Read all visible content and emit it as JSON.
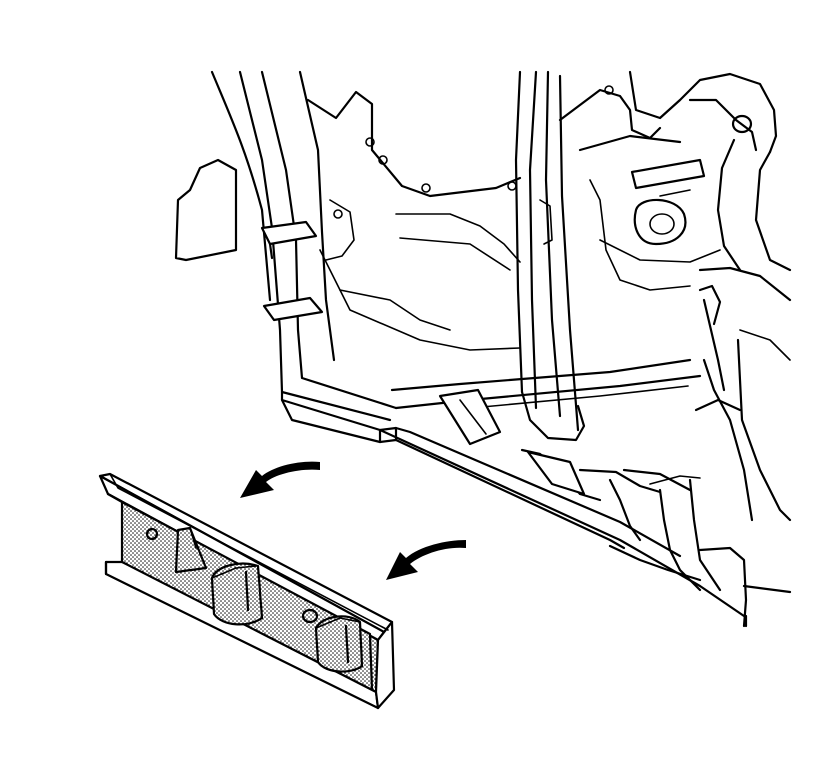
{
  "figure": {
    "description_kind": "technical-service-illustration",
    "components": [
      {
        "id": "vehicle-body-side-structure",
        "icon": "vehicle-body-frame-icon"
      },
      {
        "id": "rocker-panel-reinforcement",
        "icon": "rocker-reinforcement-icon",
        "shading": "stippled"
      },
      {
        "id": "removal-arrow-upper",
        "icon": "curved-arrow-left-icon"
      },
      {
        "id": "removal-arrow-lower",
        "icon": "curved-arrow-left-icon"
      }
    ],
    "colors": {
      "line": "#000000",
      "background": "#ffffff",
      "stipple": "#9a9a9a"
    }
  }
}
